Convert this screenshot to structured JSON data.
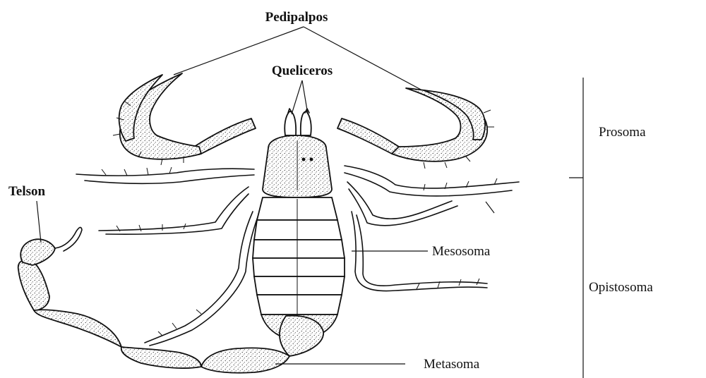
{
  "diagram": {
    "labels": {
      "pedipalpos": "Pedipalpos",
      "queliceros": "Queliceros",
      "telson": "Telson",
      "prosoma": "Prosoma",
      "mesosoma": "Mesosoma",
      "opistosoma": "Opistosoma",
      "metasoma": "Metasoma"
    },
    "colors": {
      "ink": "#111111",
      "background": "#ffffff"
    }
  }
}
